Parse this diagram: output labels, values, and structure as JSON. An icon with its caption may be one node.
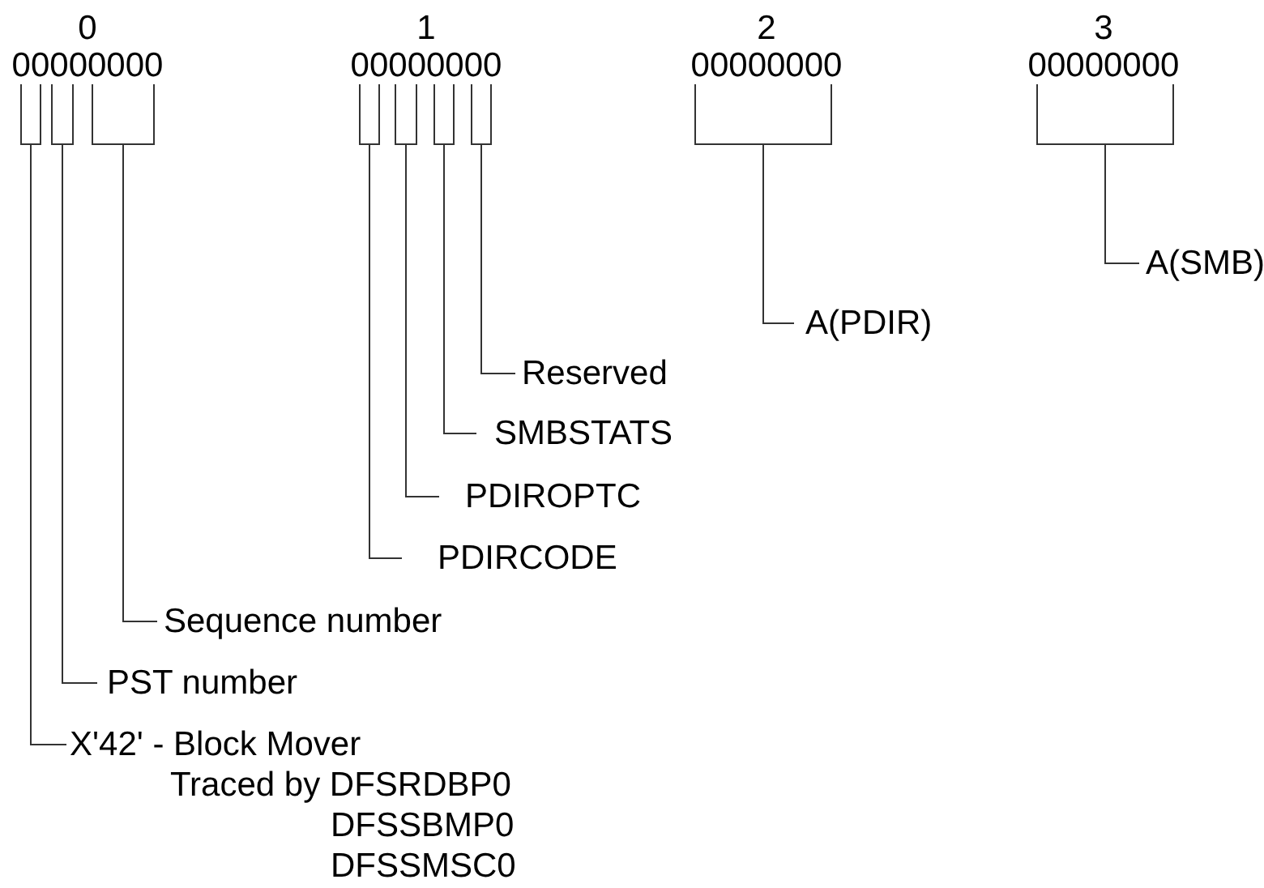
{
  "diagram": {
    "nodes": [
      {
        "text": [
          "0",
          "00000000"
        ]
      },
      {
        "text": [
          "1",
          "00000000"
        ]
      },
      {
        "text": [
          "2",
          "00000000"
        ]
      },
      {
        "text": [
          "3",
          "00000000"
        ]
      },
      {
        "text": [
          "A(SMB)"
        ]
      },
      {
        "text": [
          "A(PDIR)"
        ]
      },
      {
        "text": [
          "Reserved"
        ]
      },
      {
        "text": [
          "SMBSTATS"
        ]
      },
      {
        "text": [
          "PDIROPTC"
        ]
      },
      {
        "text": [
          "PDIRCODE"
        ]
      },
      {
        "text": [
          "Sequence number"
        ]
      },
      {
        "text": [
          "PST number"
        ]
      },
      {
        "text": [
          "X'42' - Block Mover",
          "Traced by DFSRDBP0",
          "DFSSBMP0",
          "DFSSMSC0"
        ]
      }
    ],
    "edges": [
      {
        "from": 3,
        "to": 4,
        "arrow": "none"
      },
      {
        "from": 2,
        "to": 5,
        "arrow": "none"
      },
      {
        "from": 1,
        "to": 6,
        "arrow": "none"
      },
      {
        "from": 1,
        "to": 7,
        "arrow": "none"
      },
      {
        "from": 1,
        "to": 8,
        "arrow": "none"
      },
      {
        "from": 1,
        "to": 9,
        "arrow": "none"
      },
      {
        "from": 0,
        "to": 10,
        "arrow": "none"
      },
      {
        "from": 0,
        "to": 11,
        "arrow": "none"
      },
      {
        "from": 0,
        "to": 12,
        "arrow": "none"
      }
    ]
  }
}
